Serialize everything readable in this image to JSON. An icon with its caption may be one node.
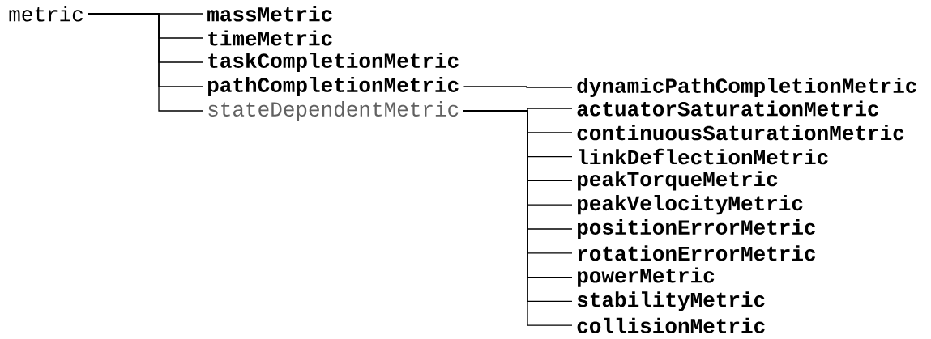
{
  "diagram": {
    "nodes": [
      {
        "text": [
          "metric"
        ]
      },
      {
        "text": [
          "massMetric"
        ]
      },
      {
        "text": [
          "timeMetric"
        ]
      },
      {
        "text": [
          "taskCompletionMetric"
        ]
      },
      {
        "text": [
          "pathCompletionMetric"
        ]
      },
      {
        "text": [
          "stateDependentMetric"
        ]
      },
      {
        "text": [
          "dynamicPathCompletionMetric"
        ]
      },
      {
        "text": [
          "actuatorSaturationMetric"
        ]
      },
      {
        "text": [
          "continuousSaturationMetric"
        ]
      },
      {
        "text": [
          "linkDeflectionMetric"
        ]
      },
      {
        "text": [
          "peakTorqueMetric"
        ]
      },
      {
        "text": [
          "peakVelocityMetric"
        ]
      },
      {
        "text": [
          "positionErrorMetric"
        ]
      },
      {
        "text": [
          "rotationErrorMetric"
        ]
      },
      {
        "text": [
          "powerMetric"
        ]
      },
      {
        "text": [
          "stabilityMetric"
        ]
      },
      {
        "text": [
          "collisionMetric"
        ]
      }
    ],
    "edges": [
      {
        "from": 0,
        "to": 1,
        "arrow": "none"
      },
      {
        "from": 0,
        "to": 2,
        "arrow": "none"
      },
      {
        "from": 0,
        "to": 3,
        "arrow": "none"
      },
      {
        "from": 0,
        "to": 4,
        "arrow": "none"
      },
      {
        "from": 0,
        "to": 5,
        "arrow": "none"
      },
      {
        "from": 4,
        "to": 6,
        "arrow": "none"
      },
      {
        "from": 5,
        "to": 7,
        "arrow": "none"
      },
      {
        "from": 5,
        "to": 8,
        "arrow": "none"
      },
      {
        "from": 5,
        "to": 9,
        "arrow": "none"
      },
      {
        "from": 5,
        "to": 10,
        "arrow": "none"
      },
      {
        "from": 5,
        "to": 11,
        "arrow": "none"
      },
      {
        "from": 5,
        "to": 12,
        "arrow": "none"
      },
      {
        "from": 5,
        "to": 13,
        "arrow": "none"
      },
      {
        "from": 5,
        "to": 14,
        "arrow": "none"
      },
      {
        "from": 5,
        "to": 15,
        "arrow": "none"
      },
      {
        "from": 5,
        "to": 16,
        "arrow": "none"
      }
    ]
  }
}
